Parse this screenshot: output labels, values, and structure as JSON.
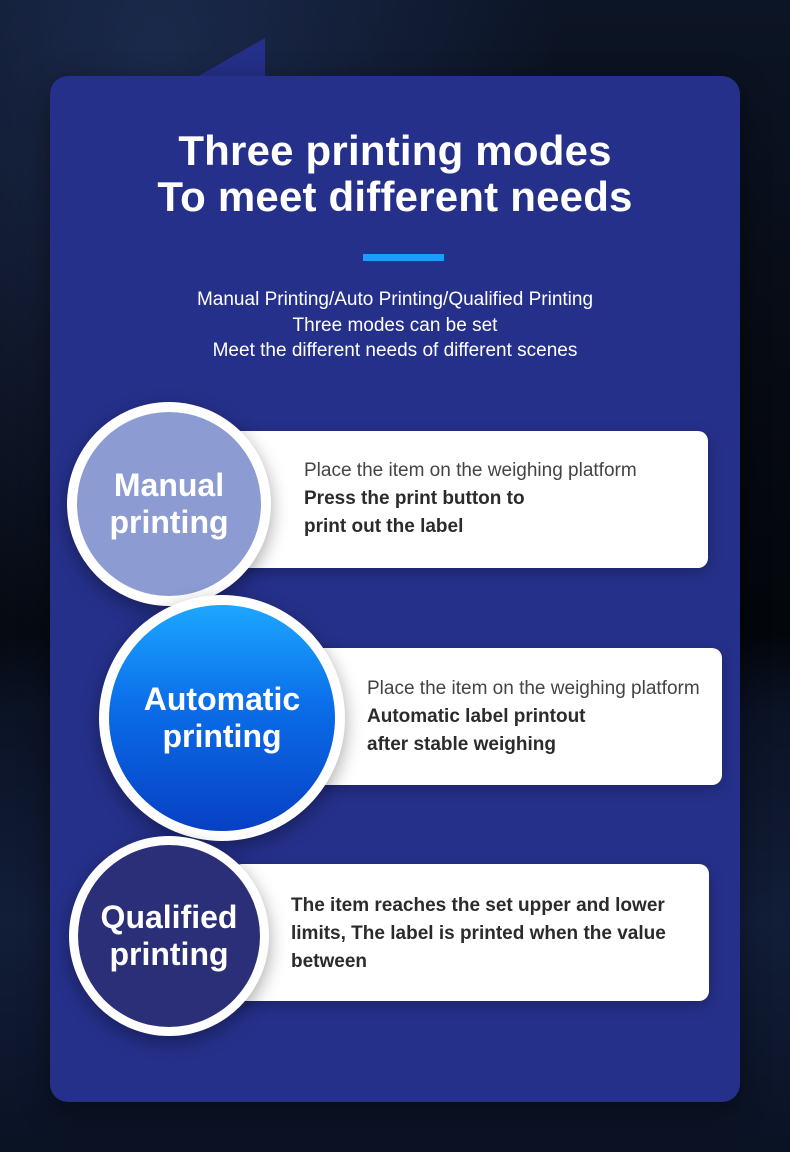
{
  "header": {
    "title_line1": "Three printing modes",
    "title_line2": "To meet different needs"
  },
  "intro": {
    "line1": "Manual Printing/Auto Printing/Qualified Printing",
    "line2": "Three modes can be set",
    "line3": "Meet the different needs of different scenes"
  },
  "modes": [
    {
      "name_line1": "Manual",
      "name_line2": "printing",
      "desc_light": "Place the item on the weighing platform",
      "desc_bold_line1": "Press the print button to",
      "desc_bold_line2": "print out the label",
      "color": "#8d9bd3"
    },
    {
      "name_line1": "Automatic",
      "name_line2": "printing",
      "desc_light": "Place the item on the weighing platform",
      "desc_bold_line1": "Automatic label printout",
      "desc_bold_line2": "after stable weighing",
      "color": "#0b6de9"
    },
    {
      "name_line1": "Qualified",
      "name_line2": "printing",
      "desc_bold_line1": "The item reaches the set upper and lower",
      "desc_bold_line2": "limits, The label is printed when the value",
      "desc_bold_line3": "between",
      "color": "#2a2f78"
    }
  ],
  "colors": {
    "card": "#25308a",
    "accent": "#1e9bff"
  }
}
